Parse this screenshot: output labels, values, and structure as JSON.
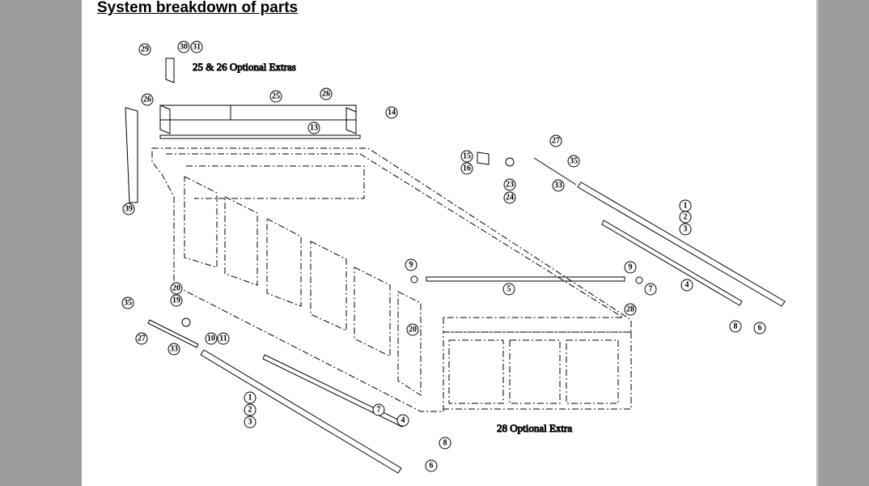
{
  "title": "System breakdown of parts",
  "diagram": {
    "notes": [
      "25 & 26 Optional Extras",
      "28 Optional Extra"
    ],
    "callouts": [
      "29",
      "30",
      "31",
      "26",
      "25",
      "26",
      "14",
      "13",
      "39",
      "15",
      "16",
      "27",
      "35",
      "23",
      "24",
      "33",
      "1",
      "2",
      "3",
      "9",
      "9",
      "5",
      "7",
      "4",
      "28",
      "8",
      "6",
      "35",
      "20",
      "19",
      "27",
      "10",
      "11",
      "33",
      "20",
      "1",
      "2",
      "3",
      "7",
      "4",
      "8",
      "6"
    ]
  }
}
